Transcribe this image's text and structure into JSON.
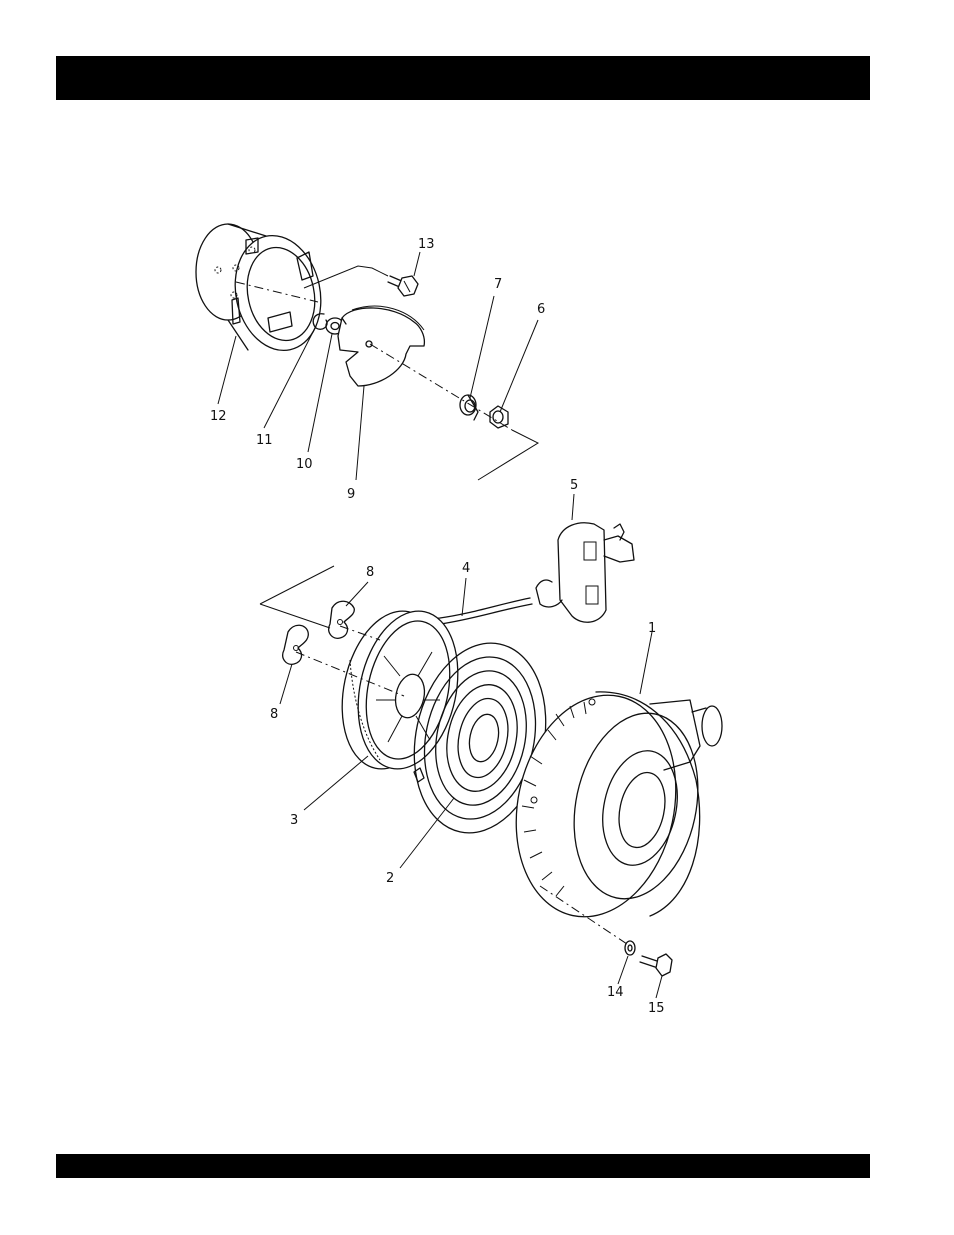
{
  "header_bar": {
    "text": ""
  },
  "footer_bar": {
    "text": ""
  },
  "callouts": {
    "c1": "1",
    "c2": "2",
    "c3": "3",
    "c4": "4",
    "c5": "5",
    "c6": "6",
    "c7": "7",
    "c8a": "8",
    "c8b": "8",
    "c9": "9",
    "c10": "10",
    "c11": "11",
    "c12": "12",
    "c13": "13",
    "c14": "14",
    "c15": "15"
  }
}
